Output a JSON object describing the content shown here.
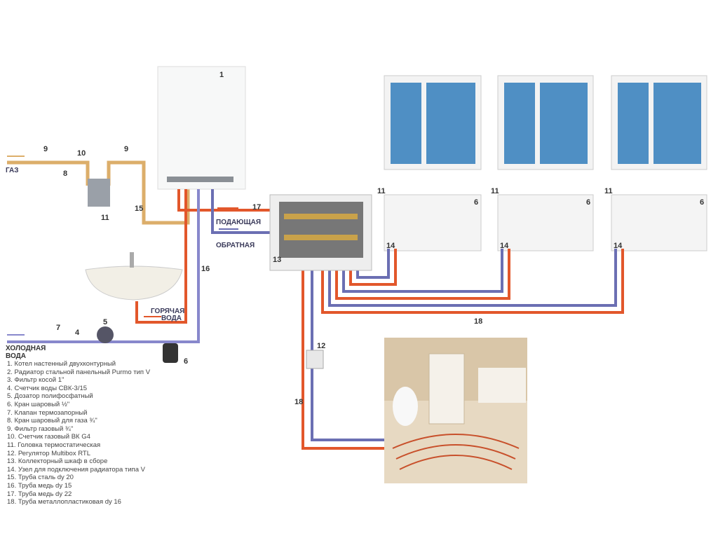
{
  "labels": {
    "gas": "ГАЗ",
    "supply": "ПОДАЮЩАЯ",
    "return": "ОБРАТНАЯ",
    "hot_water_1": "ГОРЯЧАЯ",
    "hot_water_2": "ВОДА",
    "cold_water_1": "ХОЛОДНАЯ",
    "cold_water_2": "ВОДА"
  },
  "numbers": {
    "boiler": "1",
    "filter_gas_a": "9",
    "filter_gas_b": "9",
    "gas_meter": "11",
    "gas_valve": "8",
    "gas_filter_10": "10",
    "pipe_15": "15",
    "pipe_16": "16",
    "pipe_17": "17",
    "valve_6": "6",
    "dosator_5": "5",
    "meter_4": "4",
    "valve_7": "7",
    "regulator_12": "12",
    "cabinet_13": "13",
    "pipe_18a": "18",
    "pipe_18b": "18",
    "head": "11",
    "radiator": "6",
    "node": "14"
  },
  "colors": {
    "supply": "#e2572b",
    "return": "#6b6fb3",
    "gas": "#dcae6a",
    "glass": "#4f8fc4"
  },
  "legend": {
    "items": [
      "1. Котел настенный двухконтурный",
      "2. Радиатор стальной панельный Purmo тип V",
      "3. Фильтр косой 1\"",
      "4. Счетчик воды СВК-3/15",
      "5. Дозатор полифосфатный",
      "6. Кран шаровый ½\"",
      "7. Клапан термозапорный",
      "8. Кран шаровый для газа ¾\"",
      "9. Фильтр газовый ¾\"",
      "10. Счетчик газовый ВК G4",
      "11. Головка термостатическая",
      "12. Регулятор Multibox RTL",
      "13. Коллекторный шкаф в сборе",
      "14. Узел для подключения радиатора типа V",
      "15. Труба сталь dy 20",
      "16. Труба медь dy 15",
      "17. Труба медь dy 22",
      "18. Труба металлопластиковая dy 16"
    ]
  }
}
